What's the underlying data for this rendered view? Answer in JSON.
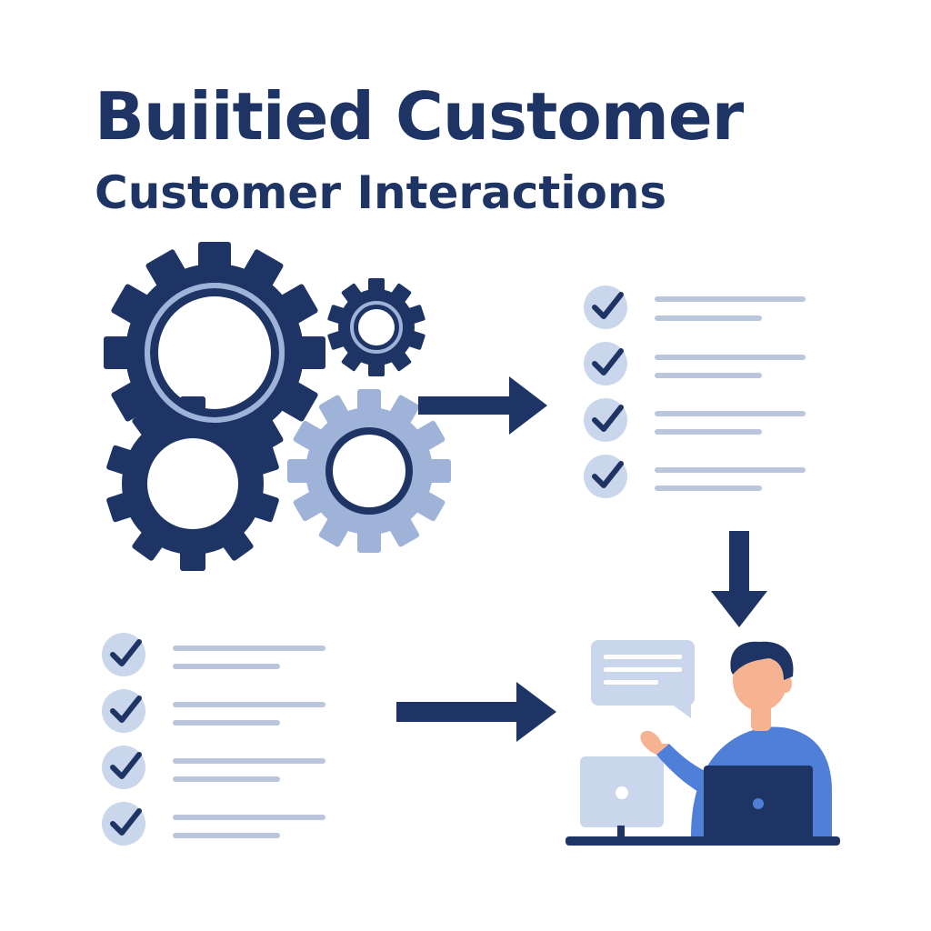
{
  "header": {
    "title": "Buiitied Customer",
    "subtitle": "Customer Interactions"
  },
  "colors": {
    "navy": "#1e3465",
    "light_blue": "#9fb3d8",
    "pale_blue": "#c9d6ec",
    "line_gray": "#b9c6dc",
    "person_blue": "#4f7fd6",
    "skin": "#f6b391"
  },
  "icons": {
    "gears": "gear-icon",
    "checklist": "check-icon",
    "arrows": "arrow-icon",
    "person": "person-icon",
    "chat": "chat-bubble-icon",
    "laptop": "laptop-icon",
    "monitor": "monitor-icon"
  },
  "checklist_top": {
    "items": 4
  },
  "checklist_bottom": {
    "items": 4
  }
}
